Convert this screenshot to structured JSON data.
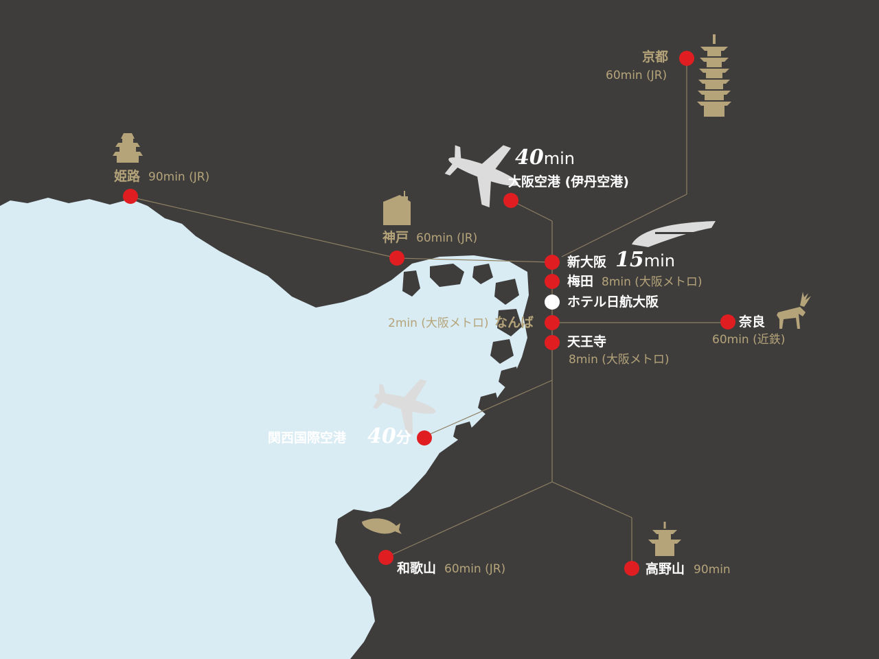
{
  "colors": {
    "land": "#3e3d3c",
    "sea": "#d9ebf3",
    "gold": "#b5a47a",
    "station": "#e01e22",
    "hotel": "#ffffff",
    "line": "#8e8063",
    "plane": "#dcdcdc"
  },
  "icons": {
    "kyoto": "pagoda-icon",
    "himeji": "castle-icon",
    "kobe": "church-icon",
    "nara": "deer-icon",
    "wakayama": "dolphin-icon",
    "koyasan": "tower-pagoda-icon",
    "itami": "airplane-icon",
    "kansai": "airplane-icon",
    "shinkansen": "bullet-train-icon"
  },
  "places": {
    "kyoto": {
      "name": "京都",
      "time": "60min (JR)"
    },
    "himeji": {
      "name": "姫路",
      "time": "90min (JR)"
    },
    "kobe": {
      "name": "神戸",
      "time": "60min (JR)"
    },
    "itami": {
      "time_num": "40",
      "time_unit": "min",
      "name": "大阪空港 (伊丹空港)"
    },
    "shin_osaka": {
      "name": "新大阪",
      "time_num": "15",
      "time_unit": "min"
    },
    "umeda": {
      "name": "梅田",
      "time": "8min (大阪メトロ)"
    },
    "hotel": {
      "name": "ホテル日航大阪"
    },
    "namba": {
      "name": "なんば",
      "time": "2min (大阪メトロ)"
    },
    "nara": {
      "name": "奈良",
      "time": "60min (近鉄)"
    },
    "tennoji": {
      "name": "天王寺",
      "time": "8min (大阪メトロ)"
    },
    "kansai": {
      "name": "関西国際空港",
      "time_num": "40",
      "time_unit": "分"
    },
    "wakayama": {
      "name": "和歌山",
      "time": "60min (JR)"
    },
    "koyasan": {
      "name": "高野山",
      "time": "90min"
    }
  }
}
